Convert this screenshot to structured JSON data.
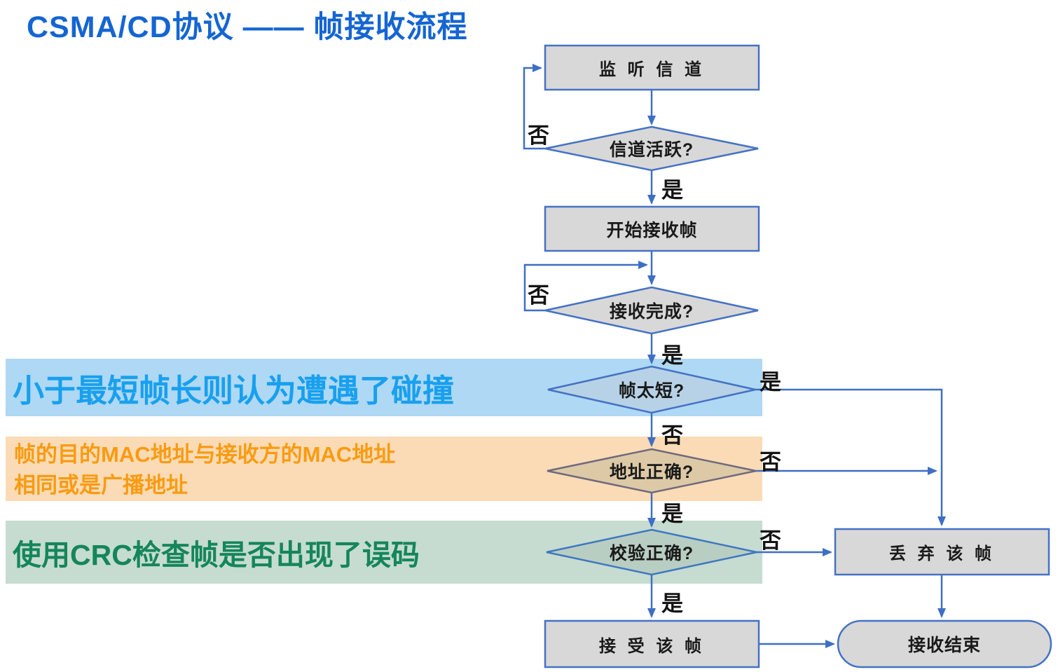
{
  "title": "CSMA/CD协议 —— 帧接收流程",
  "nodes": {
    "listen_channel": "监 听 信 道",
    "channel_active": "信道活跃?",
    "start_receive": "开始接收帧",
    "receive_done": "接收完成?",
    "frame_too_short": "帧太短?",
    "address_correct": "地址正确?",
    "checksum_correct": "校验正确?",
    "accept_frame": "接 受 该 帧",
    "discard_frame": "丢 弃 该 帧",
    "receive_end": "接收结束"
  },
  "edge_labels": {
    "yes": "是",
    "no": "否"
  },
  "annotations": {
    "frame_too_short_note": "小于最短帧长则认为遭遇了碰撞",
    "address_note_line1": "帧的目的MAC地址与接收方的MAC地址",
    "address_note_line2": "相同或是广播地址",
    "checksum_note": "使用CRC检查帧是否出现了误码"
  },
  "colors": {
    "title_text": "#1565d2",
    "connector": "#3e6fc4",
    "node_fill": "#d8d8d8",
    "node_border": "#4472c4",
    "blue_band_bg": "#aed8f4",
    "blue_band_text": "#18a0ee",
    "orange_band_bg": "#fbdbb5",
    "orange_band_text": "#f99b11",
    "green_band_bg": "#c6dcd1",
    "green_band_text": "#15865a",
    "too_short_fill": "#b7d2e6",
    "address_fill": "#ddc9a6",
    "address_border": "#6f6a7d",
    "checksum_fill": "#b9cec2"
  }
}
